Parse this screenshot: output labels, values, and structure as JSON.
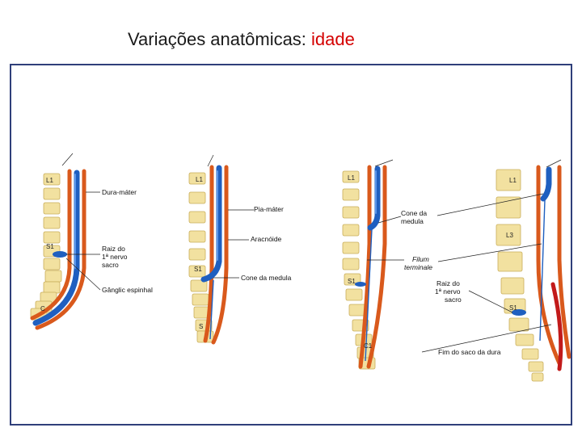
{
  "slide": {
    "title_prefix": "Variações anatômicas: ",
    "title_accent": "idade",
    "title_accent_color": "#d40000"
  },
  "figure": {
    "panels": [
      {
        "vertebra_labels": [
          "L1",
          "S1",
          "C"
        ],
        "labels": [
          "Dura-máter",
          "Raiz do",
          "1ª nervo",
          "sacro",
          "Gânglic espinhal"
        ]
      },
      {
        "vertebra_labels": [
          "L1",
          "S1",
          "S"
        ],
        "labels": [
          "Pia-máter",
          "Aracnóide",
          "Cone da medula"
        ]
      },
      {
        "vertebra_labels": [
          "L1",
          "S1",
          "C1"
        ],
        "labels": [
          "Cone da",
          "medula",
          "Filum",
          "terminale"
        ]
      },
      {
        "vertebra_labels": [
          "L1",
          "L3",
          "S1"
        ],
        "labels": [
          "Raiz do",
          "1ª nervo",
          "sacro",
          "Fim do saco da dura"
        ]
      }
    ],
    "colors": {
      "spinal_cord": "#1f5fc0",
      "dura": "#d9591c",
      "dural_sac_end": "#c21a1a",
      "vertebra": "#f2e1a0"
    }
  }
}
